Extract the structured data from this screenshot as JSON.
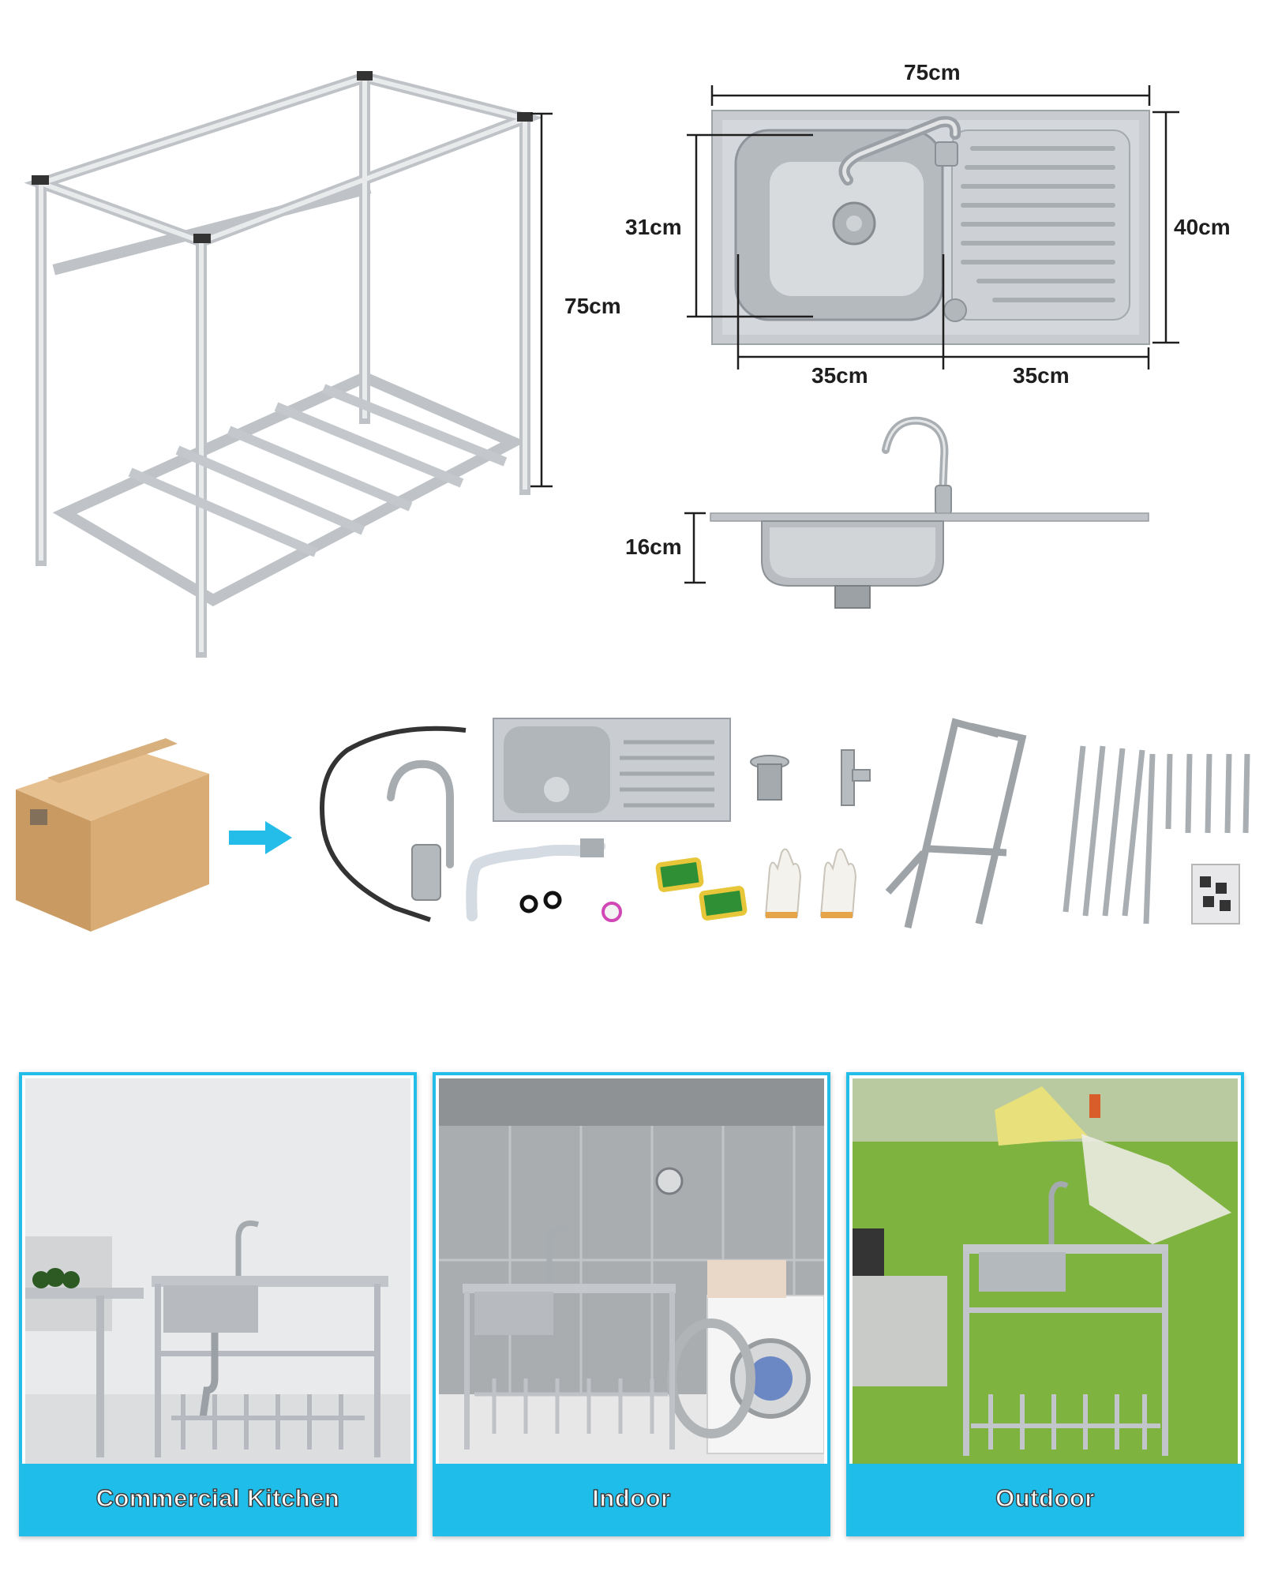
{
  "dimensions": {
    "frame_height": "75cm",
    "sink_length": "75cm",
    "sink_width": "40cm",
    "basin_width": "31cm",
    "basin_length": "35cm",
    "drainboard_length": "35cm",
    "basin_depth": "16cm"
  },
  "parts_icons": [
    "cardboard-box",
    "arrow-right",
    "faucet-with-hose",
    "sink-basin",
    "drain-hose",
    "o-rings",
    "sealing-tape",
    "sponges",
    "drain-strainer",
    "angle-valve",
    "gloves",
    "frame-sides",
    "frame-bars",
    "screw-pack"
  ],
  "scenes": [
    {
      "label": "Commercial Kitchen"
    },
    {
      "label": "Indoor"
    },
    {
      "label": "Outdoor"
    }
  ],
  "colors": {
    "accent": "#1fbde9",
    "steel": "#c9ccd0",
    "dim_line": "#1e1e1e"
  }
}
